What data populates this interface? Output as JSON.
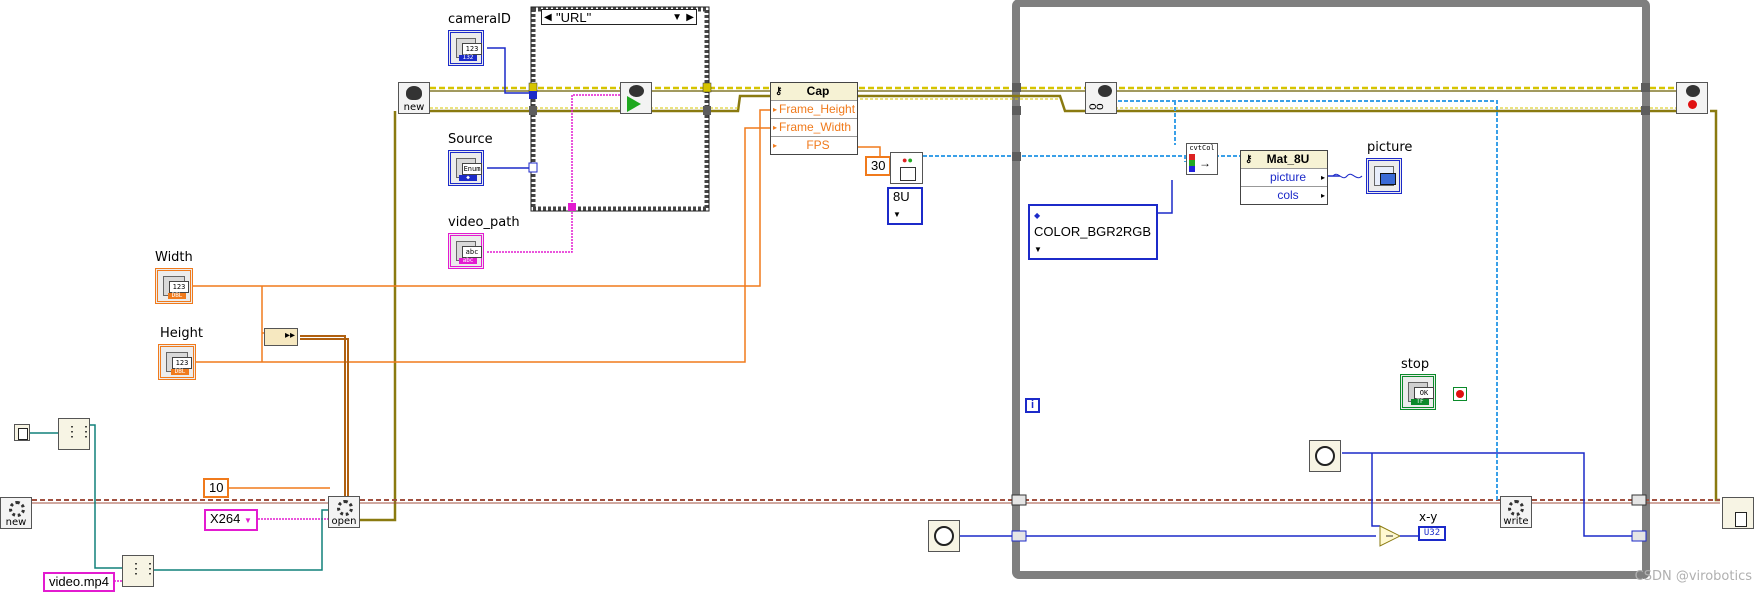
{
  "controls": {
    "camera_id_label": "cameraID",
    "source_label": "Source",
    "video_path_label": "video_path",
    "width_label": "Width",
    "height_label": "Height",
    "picture_label": "picture",
    "stop_label": "stop",
    "xy_label": "x-y"
  },
  "case_selector": "\"URL\"",
  "cap_node": {
    "title": "Cap",
    "rows": [
      "Frame_Height",
      "Frame_Width",
      "FPS"
    ]
  },
  "mat_node": {
    "title": "Mat_8U",
    "rows": [
      "picture",
      "cols"
    ]
  },
  "constants": {
    "fps_value": "30",
    "depth": "8U",
    "color_code": "COLOR_BGR2RGB",
    "ten": "10",
    "codec": "X264",
    "filename": "video.mp4",
    "xy_type": "U32"
  },
  "vi_captions": {
    "new_top": "new",
    "new_left": "new",
    "open": "open",
    "write": "write",
    "cvt": "cvtCol"
  },
  "term_tags": {
    "num": "123",
    "enum": "Enum",
    "str": "abc",
    "ok": "OK",
    "dbl": "DBL",
    "i32": "I32",
    "tf": "TF"
  },
  "loop_info": "i",
  "watermark": "CSDN @virobotics",
  "colors": {
    "blue_wire": "#1c2ac9",
    "orange_wire": "#f07a1c",
    "pink_wire": "#e31bd0",
    "yellow_wire": "#d6c400",
    "teal_wire": "#10807a",
    "loop_frame": "#7f7f7f"
  }
}
